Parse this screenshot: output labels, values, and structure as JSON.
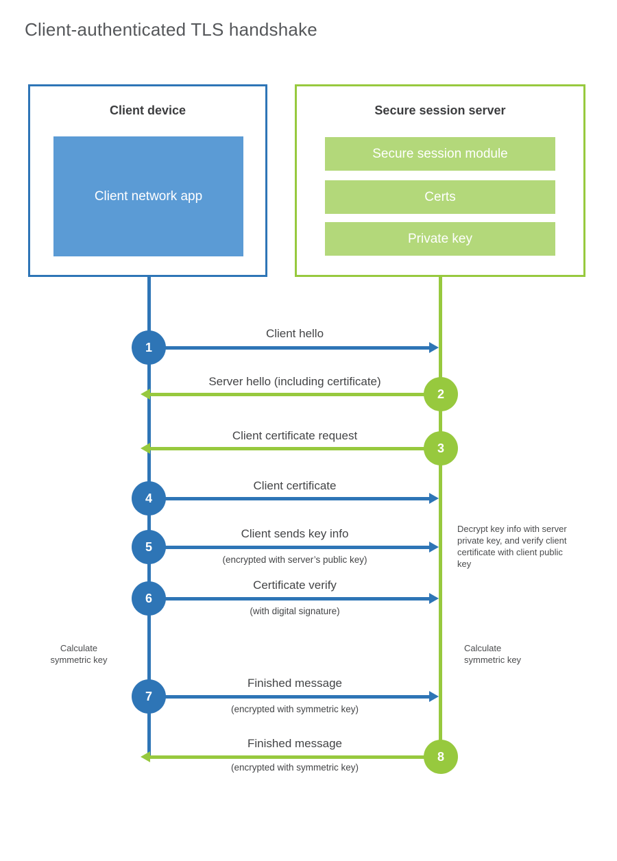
{
  "title": "Client-authenticated TLS handshake",
  "client": {
    "title": "Client device",
    "app_label": "Client network app"
  },
  "server": {
    "title": "Secure session server",
    "modules": [
      "Secure session module",
      "Certs",
      "Private key"
    ]
  },
  "messages": [
    {
      "step": "1",
      "label": "Client hello",
      "sublabel": "",
      "direction": "client-to-server",
      "color": "#2e75b6"
    },
    {
      "step": "2",
      "label": "Server hello (including certificate)",
      "sublabel": "",
      "direction": "server-to-client",
      "color": "#97c93e"
    },
    {
      "step": "3",
      "label": "Client certificate request",
      "sublabel": "",
      "direction": "server-to-client",
      "color": "#97c93e"
    },
    {
      "step": "4",
      "label": "Client certificate",
      "sublabel": "",
      "direction": "client-to-server",
      "color": "#2e75b6"
    },
    {
      "step": "5",
      "label": "Client sends key info",
      "sublabel": "(encrypted with server’s public key)",
      "direction": "client-to-server",
      "color": "#2e75b6"
    },
    {
      "step": "6",
      "label": "Certificate verify",
      "sublabel": "(with digital signature)",
      "direction": "client-to-server",
      "color": "#2e75b6"
    },
    {
      "step": "7",
      "label": "Finished message",
      "sublabel": "(encrypted with symmetric key)",
      "direction": "client-to-server",
      "color": "#2e75b6"
    },
    {
      "step": "8",
      "label": "Finished message",
      "sublabel": "(encrypted with symmetric key)",
      "direction": "server-to-client",
      "color": "#97c93e"
    }
  ],
  "annotations": {
    "server_note": "Decrypt key info with server private key, and verify client certificate with client public key",
    "client_calc": "Calculate symmetric key",
    "server_calc": "Calculate symmetric key"
  },
  "colors": {
    "client_accent": "#2e75b6",
    "client_fill": "#5b9bd5",
    "server_accent": "#97c93e",
    "server_fill": "#b3d87a",
    "label_text": "#434446",
    "title_text": "#55575a"
  }
}
